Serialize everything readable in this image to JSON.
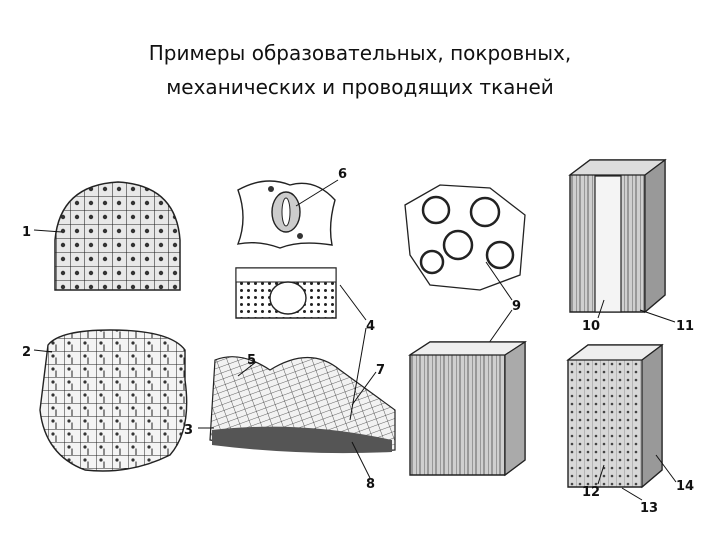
{
  "slide": {
    "title_line1": "Примеры образовательных, покровных,",
    "title_line2": "механических и проводящих тканей"
  },
  "labels": [
    "1",
    "2",
    "3",
    "4",
    "5",
    "6",
    "7",
    "8",
    "9",
    "10",
    "11",
    "12",
    "13",
    "14"
  ]
}
